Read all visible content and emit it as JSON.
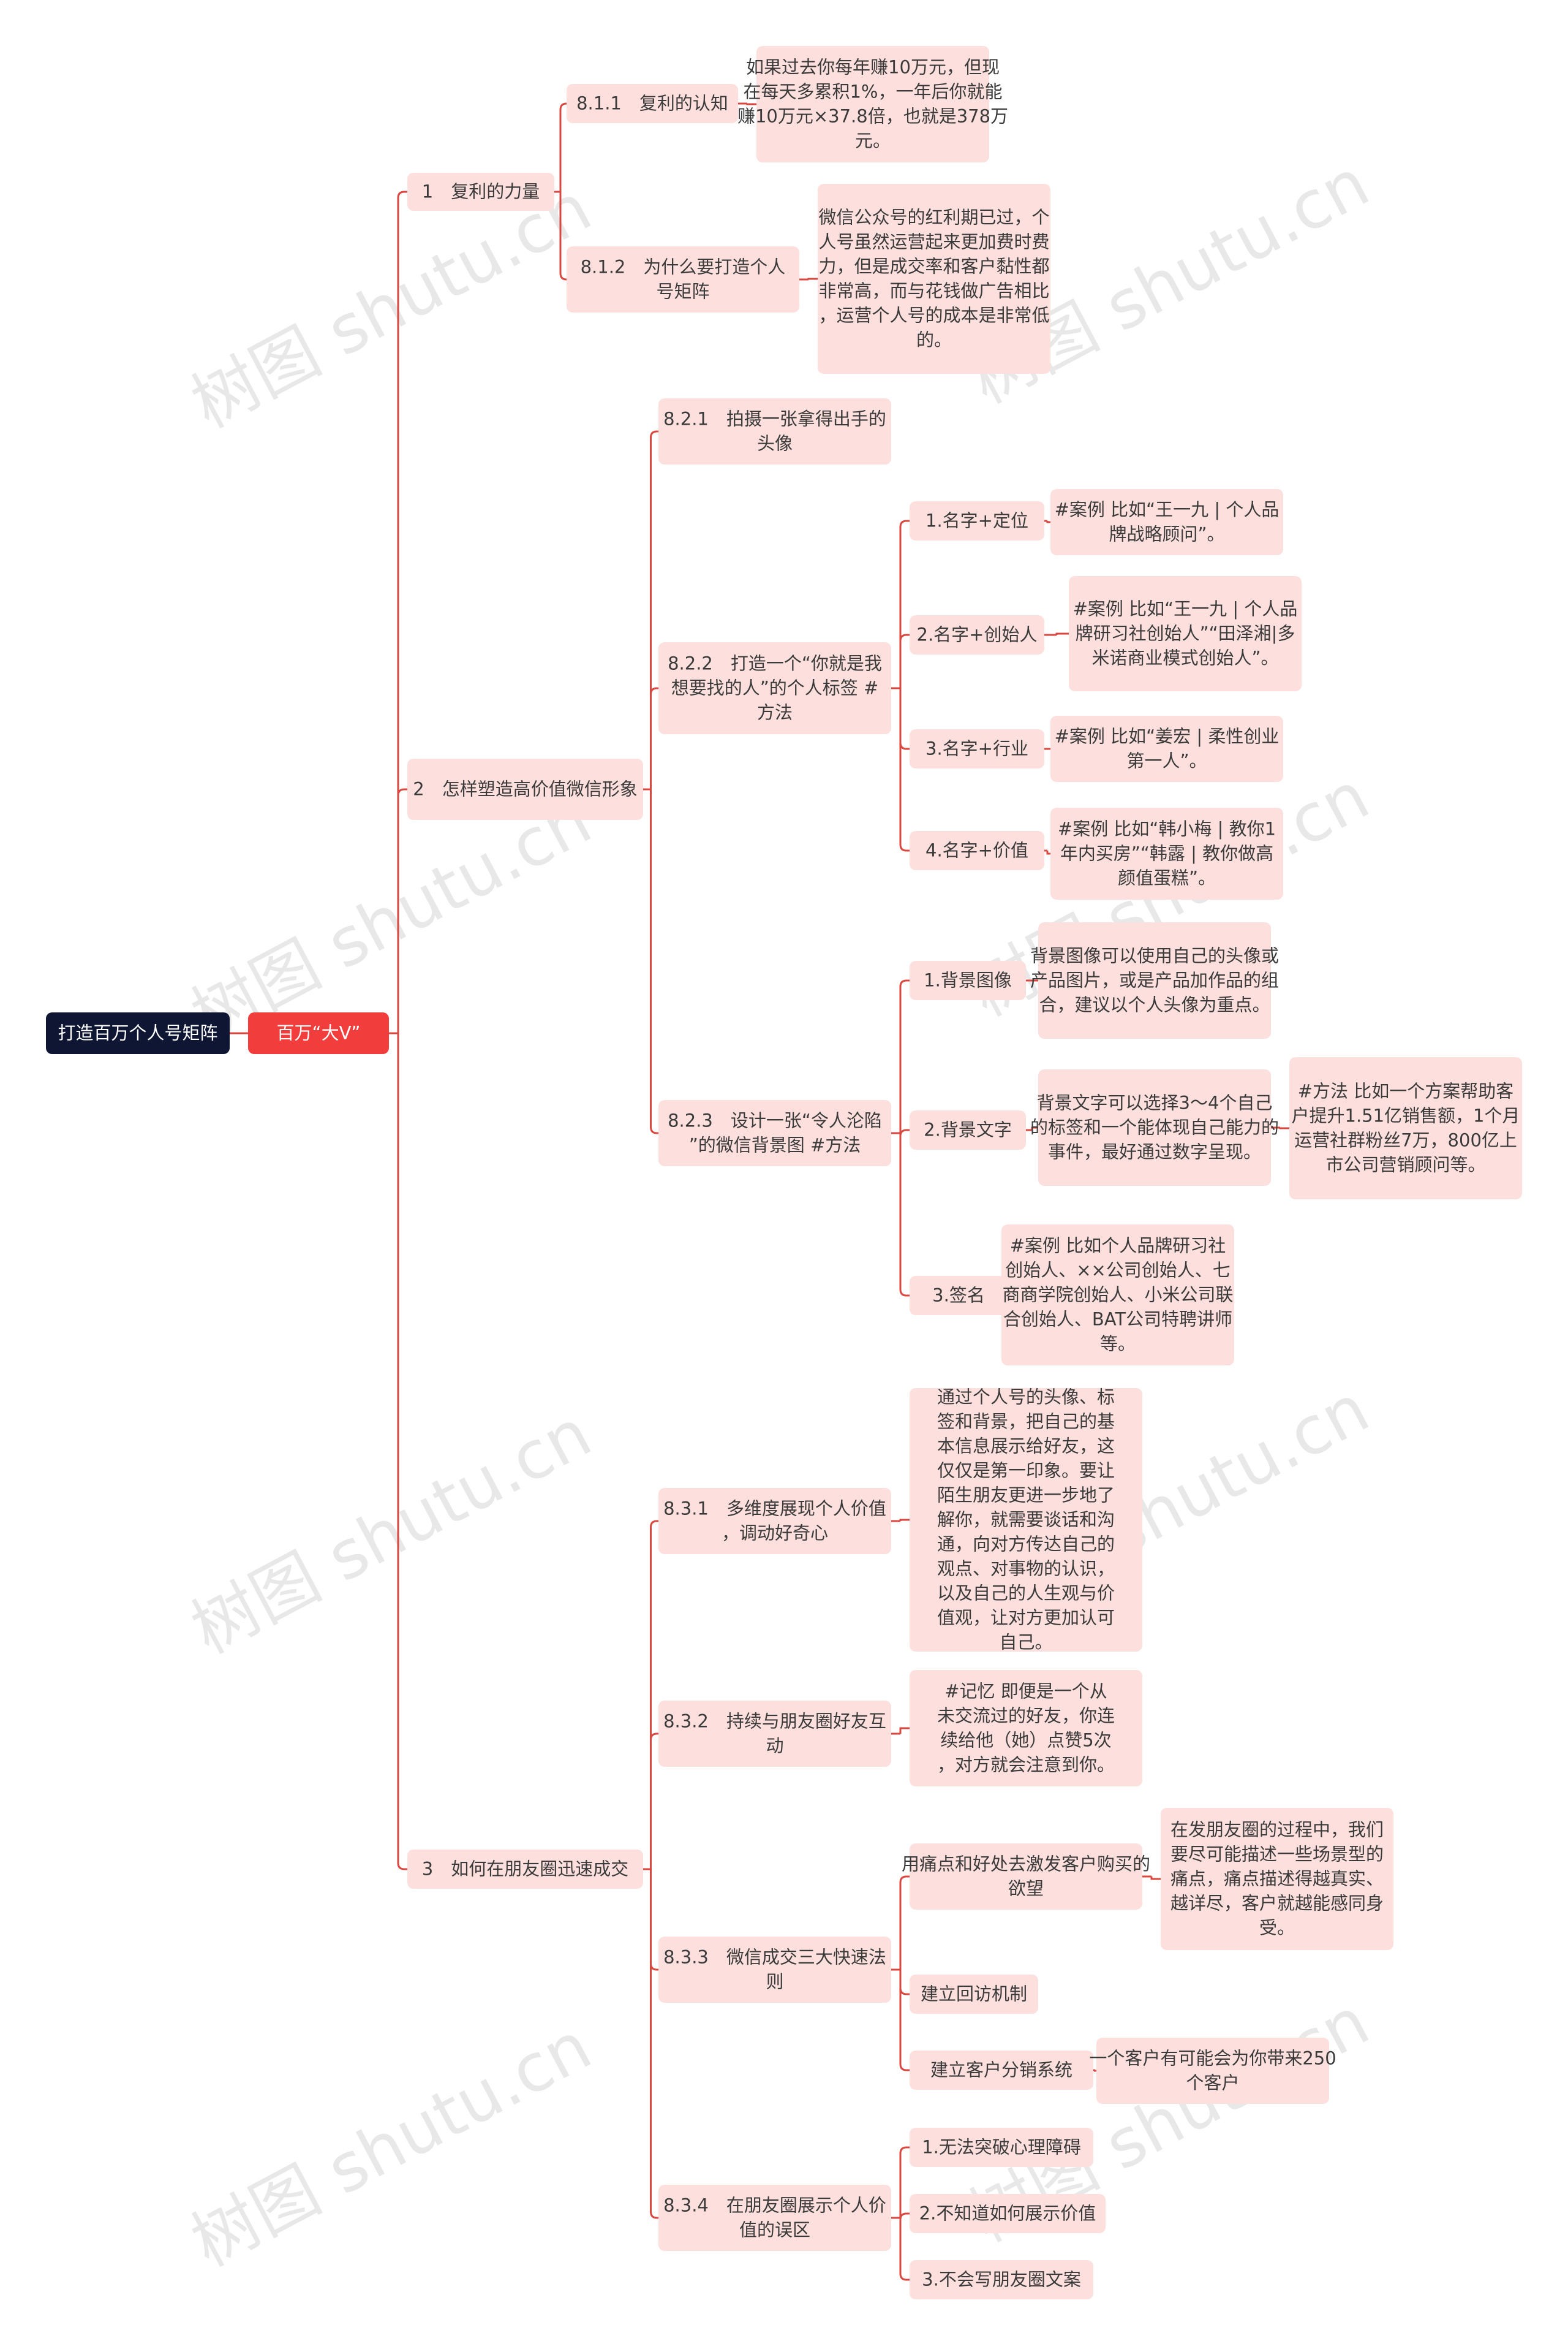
{
  "mindmap": {
    "root": "打造百万个人号矩阵",
    "level1": "百万“大V”",
    "branches": [
      {
        "label": "1　复利的力量",
        "children": [
          {
            "label": "8.1.1　复利的认知",
            "children": [
              {
                "label": "如果过去你每年赚10万元，但现在每天多累积1%，一年后你就能赚10万元×37.8倍，也就是378万元。"
              }
            ]
          },
          {
            "label": "8.1.2　为什么要打造个人号矩阵",
            "children": [
              {
                "label": "微信公众号的红利期已过，个人号虽然运营起来更加费时费力，但是成交率和客户黏性都非常高，而与花钱做广告相比，运营个人号的成本是非常低的。"
              }
            ]
          }
        ]
      },
      {
        "label": "2　怎样塑造高价值微信形象",
        "children": [
          {
            "label": "8.2.1　拍摄一张拿得出手的头像"
          },
          {
            "label": "8.2.2　打造一个“你就是我想要找的人”的个人标签 #方法",
            "children": [
              {
                "label": "1.名字+定位",
                "children": [
                  {
                    "label": "#案例 比如“王一九 | 个人品牌战略顾问”。"
                  }
                ]
              },
              {
                "label": "2.名字+创始人",
                "children": [
                  {
                    "label": "#案例 比如“王一九 | 个人品牌研习社创始人”“田泽湘|多米诺商业模式创始人”。"
                  }
                ]
              },
              {
                "label": "3.名字+行业",
                "children": [
                  {
                    "label": "#案例 比如“姜宏 | 柔性创业第一人”。"
                  }
                ]
              },
              {
                "label": "4.名字+价值",
                "children": [
                  {
                    "label": "#案例 比如“韩小梅 | 教你1年内买房”“韩露 | 教你做高颜值蛋糕”。"
                  }
                ]
              }
            ]
          },
          {
            "label": "8.2.3　设计一张“令人沦陷”的微信背景图 #方法",
            "children": [
              {
                "label": "1.背景图像",
                "children": [
                  {
                    "label": "背景图像可以使用自己的头像或产品图片，或是产品加作品的组合，建议以个人头像为重点。"
                  }
                ]
              },
              {
                "label": "2.背景文字",
                "children": [
                  {
                    "label": "背景文字可以选择3～4个自己的标签和一个能体现自己能力的事件，最好通过数字呈现。",
                    "children": [
                      {
                        "label": "#方法 比如一个方案帮助客户提升1.51亿销售额，1个月运营社群粉丝7万，800亿上市公司营销顾问等。"
                      }
                    ]
                  }
                ]
              },
              {
                "label": "3.签名",
                "children": [
                  {
                    "label": "#案例 比如个人品牌研习社创始人、××公司创始人、七商商学院创始人、小米公司联合创始人、BAT公司特聘讲师等。"
                  }
                ]
              }
            ]
          }
        ]
      },
      {
        "label": "3　如何在朋友圈迅速成交",
        "children": [
          {
            "label": "8.3.1　多维度展现个人价值，调动好奇心",
            "children": [
              {
                "label": "通过个人号的头像、标签和背景，把自己的基本信息展示给好友，这仅仅是第一印象。要让陌生朋友更进一步地了解你，就需要谈话和沟通，向对方传达自己的观点、对事物的认识，以及自己的人生观与价值观，让对方更加认可自己。"
              }
            ]
          },
          {
            "label": "8.3.2　持续与朋友圈好友互动",
            "children": [
              {
                "label": "#记忆 即便是一个从未交流过的好友，你连续给他（她）点赞5次，对方就会注意到你。"
              }
            ]
          },
          {
            "label": "8.3.3　微信成交三大快速法则",
            "children": [
              {
                "label": "用痛点和好处去激发客户购买的欲望",
                "children": [
                  {
                    "label": "在发朋友圈的过程中，我们要尽可能描述一些场景型的痛点，痛点描述得越真实、越详尽，客户就越能感同身受。"
                  }
                ]
              },
              {
                "label": "建立回访机制"
              },
              {
                "label": "建立客户分销系统",
                "children": [
                  {
                    "label": "一个客户有可能会为你带来250个客户"
                  }
                ]
              }
            ]
          },
          {
            "label": "8.3.4　在朋友圈展示个人价值的误区",
            "children": [
              {
                "label": "1.无法突破心理障碍"
              },
              {
                "label": "2.不知道如何展示价值"
              },
              {
                "label": "3.不会写朋友圈文案"
              }
            ]
          }
        ]
      }
    ]
  },
  "watermark": "树图 shutu.cn",
  "colors": {
    "root_bg": "#0f1634",
    "level1_bg": "#f23d3d",
    "node_bg": "#fde0dd",
    "connector": "#d9473f",
    "text": "#3a3a3a"
  }
}
